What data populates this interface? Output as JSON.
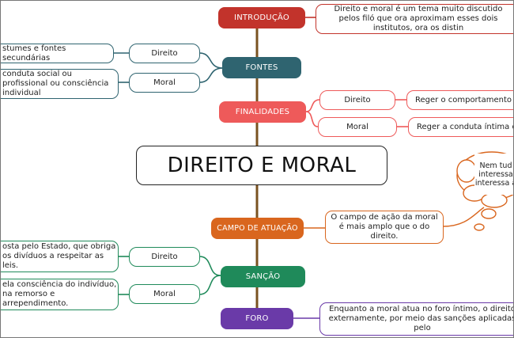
{
  "title": "DIREITO E MORAL",
  "colors": {
    "introducao": "#c2332b",
    "fontes": "#2f6470",
    "finalidades": "#ee5a5a",
    "campo": "#d9661e",
    "sancao": "#1f8a5a",
    "foro": "#6a3aa8",
    "trunk": "#7a5220"
  },
  "branches": {
    "introducao": {
      "label": "INTRODUÇÃO",
      "text": "Direito e moral é um tema muito discutido pelos filó que ora aproximam esses dois institutos, ora os distin"
    },
    "fontes": {
      "label": "FONTES",
      "direito_label": "Direito",
      "direito_text": "stumes e fontes secundárias",
      "moral_label": "Moral",
      "moral_text": "conduta social ou profissional ou consciência individual"
    },
    "finalidades": {
      "label": "FINALIDADES",
      "direito_label": "Direito",
      "direito_text": "Reger o comportamento do",
      "moral_label": "Moral",
      "moral_text": "Reger a conduta íntima do"
    },
    "campo": {
      "label": "CAMPO DE ATUAÇÃO",
      "text": "O campo de ação da moral é mais amplo que o do direito.",
      "cloud_text": "Nem tud interessa interessa à"
    },
    "sancao": {
      "label": "SANÇÃO",
      "direito_label": "Direito",
      "direito_text": "osta pelo Estado, que obriga os divíduos a respeitar as leis.",
      "moral_label": "Moral",
      "moral_text": "ela consciência do indivíduo, na remorso e arrependimento."
    },
    "foro": {
      "label": "FORO",
      "text": "Enquanto a moral atua no foro íntimo, o direito externamente, por meio das sanções aplicadas pelo"
    }
  }
}
